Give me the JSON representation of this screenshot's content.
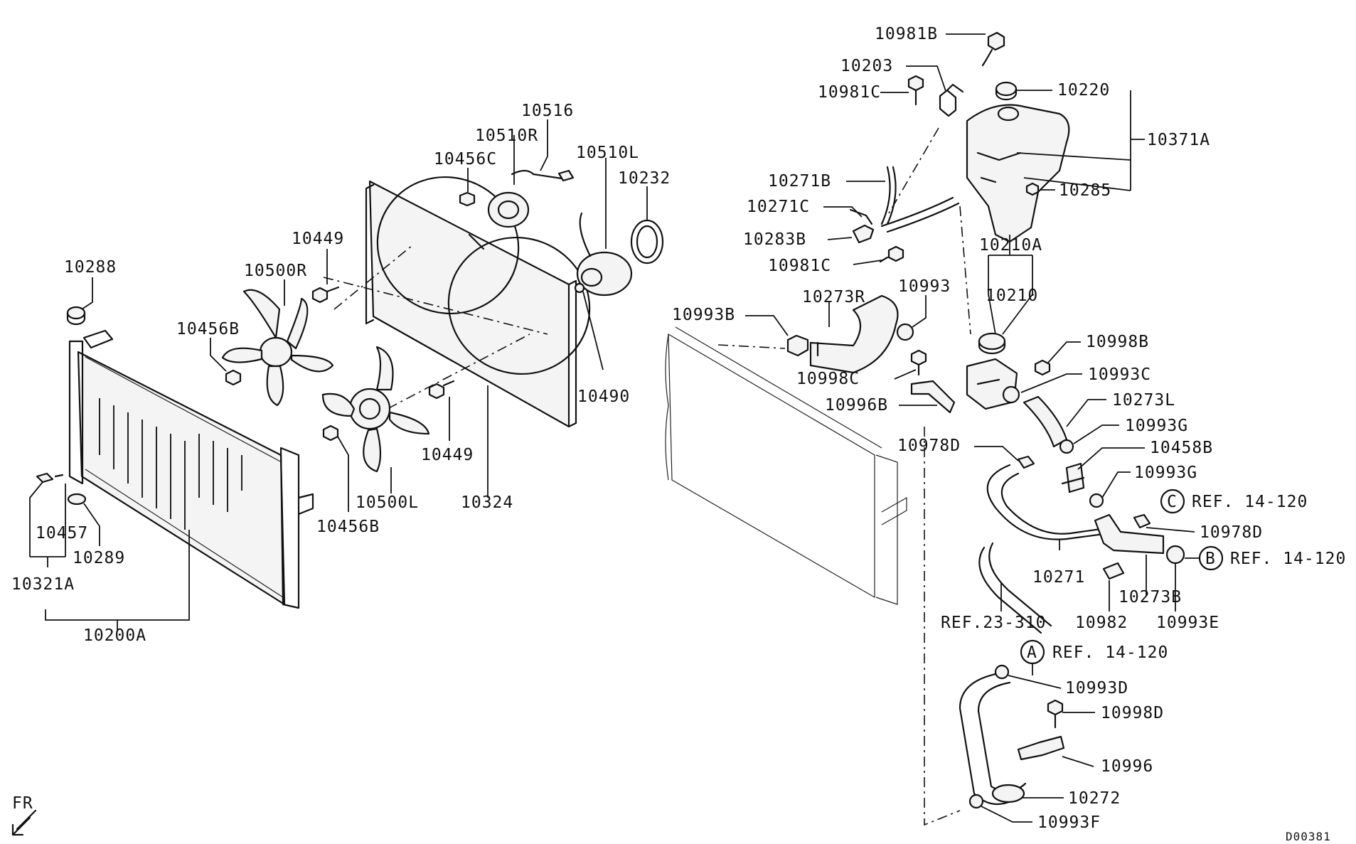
{
  "labels": {
    "p10981B": "10981B",
    "p10203": "10203",
    "p10981C_top": "10981C",
    "p10220": "10220",
    "p10371A": "10371A",
    "p10285": "10285",
    "p10271B": "10271B",
    "p10271C": "10271C",
    "p10283B": "10283B",
    "p10981C_low": "10981C",
    "p10210A": "10210A",
    "p10210": "10210",
    "p10993B": "10993B",
    "p10273R": "10273R",
    "p10993": "10993",
    "p10998B": "10998B",
    "p10998C": "10998C",
    "p10993C": "10993C",
    "p10273L": "10273L",
    "p10996B": "10996B",
    "p10993G_top": "10993G",
    "p10978D_top": "10978D",
    "p10458B": "10458B",
    "p10993G_low": "10993G",
    "p10978D_low": "10978D",
    "p10271": "10271",
    "p10273B": "10273B",
    "p10982": "10982",
    "p10993E": "10993E",
    "ref_23_310": "REF.23-310",
    "p10993D": "10993D",
    "p10998D": "10998D",
    "p10996": "10996",
    "p10272": "10272",
    "p10993F": "10993F",
    "p10516": "10516",
    "p10510R": "10510R",
    "p10456C": "10456C",
    "p10510L": "10510L",
    "p10232": "10232",
    "p10449_top": "10449",
    "p10500R": "10500R",
    "p10456B_top": "10456B",
    "p10288": "10288",
    "p10490": "10490",
    "p10449_low": "10449",
    "p10500L": "10500L",
    "p10324": "10324",
    "p10456B_low": "10456B",
    "p10457": "10457",
    "p10289": "10289",
    "p10321A": "10321A",
    "p10200A": "10200A"
  },
  "refs": {
    "c": {
      "marker": "C",
      "text": "REF. 14-120"
    },
    "b": {
      "marker": "B",
      "text": "REF. 14-120"
    },
    "a": {
      "marker": "A",
      "text": "REF. 14-120"
    }
  },
  "orientation": {
    "label": "FR"
  },
  "drawing_code": "D00381"
}
